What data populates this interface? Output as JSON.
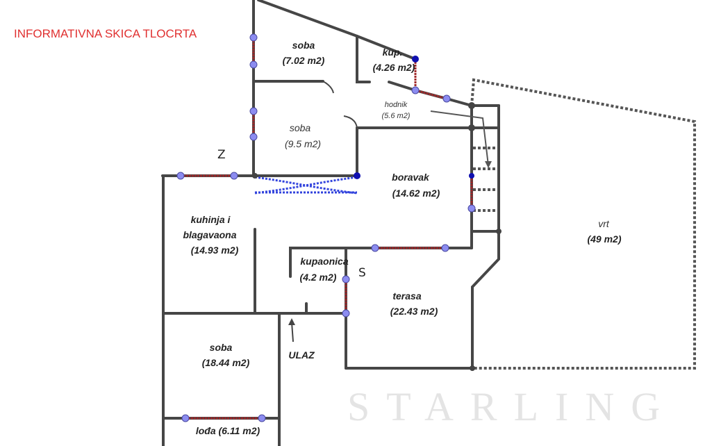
{
  "title": "INFORMATIVNA SKICA TLOCRTA",
  "watermark": "STARLING",
  "directions": {
    "west": "Z",
    "south": "S"
  },
  "entrance": "ULAZ",
  "rooms": [
    {
      "name": "soba",
      "area": "(7.02 m2)"
    },
    {
      "name": "kup.",
      "area": "(4.26 m2)"
    },
    {
      "name": "hodnik",
      "area": "(5.6 m2)"
    },
    {
      "name": "soba",
      "area": "(9.5 m2)"
    },
    {
      "name": "boravak",
      "area": "(14.62 m2)"
    },
    {
      "name": "kuhinja i",
      "name2": "blagavaona",
      "area": "(14.93 m2)"
    },
    {
      "name": "vrt",
      "area": "(49 m2)"
    },
    {
      "name": "kupaonica",
      "area": "(4.2 m2)"
    },
    {
      "name": "terasa",
      "area": "(22.43 m2)"
    },
    {
      "name": "soba",
      "area": "(18.44 m2)"
    },
    {
      "name": "lođa (6.11 m2)"
    }
  ],
  "colors": {
    "title": "#e03030",
    "wall": "#464646",
    "window": "#a0282a",
    "node": "#8c8cf0"
  }
}
